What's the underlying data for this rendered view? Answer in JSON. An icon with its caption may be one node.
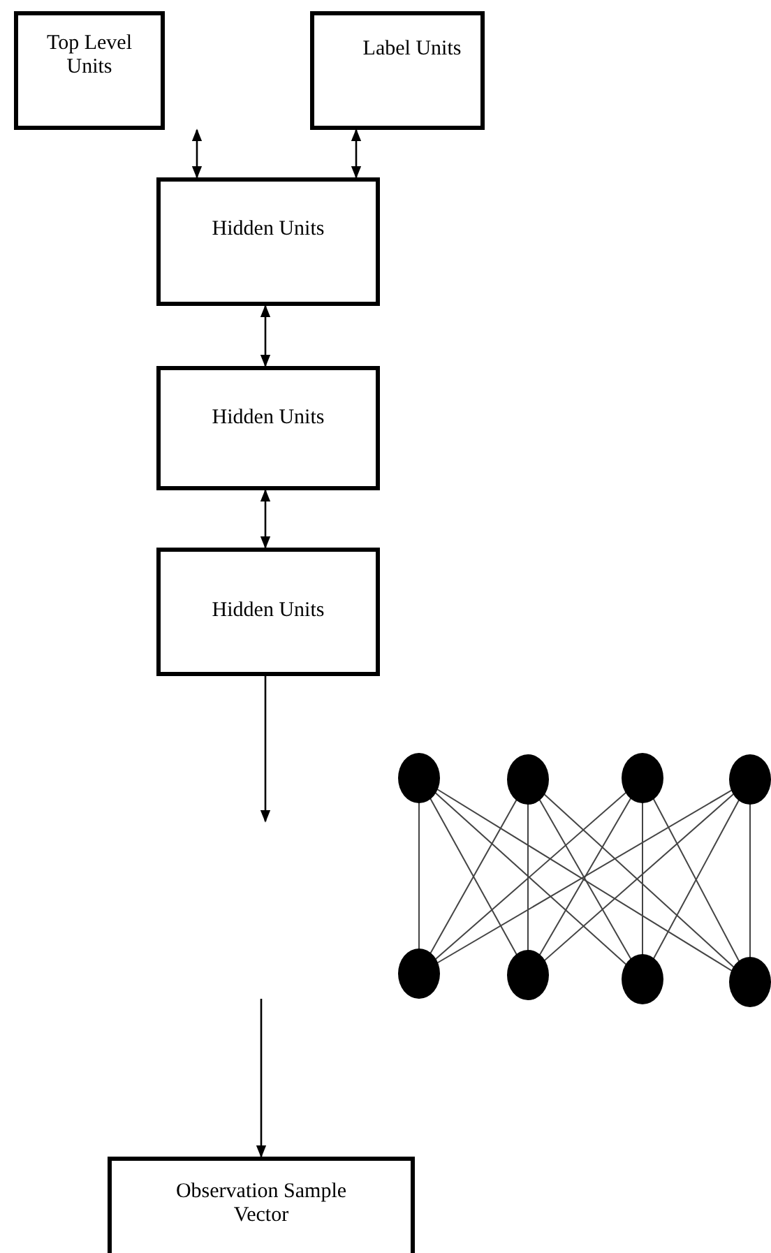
{
  "diagram": {
    "nodes": [
      {
        "text": [
          "Top Level Units"
        ]
      },
      {
        "text": [
          "Label Units"
        ]
      },
      {
        "text": [
          "Hidden Units"
        ]
      },
      {
        "text": [
          "Hidden Units"
        ]
      },
      {
        "text": [
          "Hidden Units"
        ]
      },
      {
        "text": [
          "Observation Sample Vector"
        ]
      }
    ],
    "edges": [
      {
        "from": 0,
        "to": 2,
        "arrow": "both"
      },
      {
        "from": 1,
        "to": 2,
        "arrow": "both"
      },
      {
        "from": 2,
        "to": 3,
        "arrow": "both"
      },
      {
        "from": 3,
        "to": 4,
        "arrow": "both"
      },
      {
        "from": 4,
        "to": null,
        "arrow": "to"
      },
      {
        "from": null,
        "to": 5,
        "arrow": "to"
      }
    ]
  }
}
